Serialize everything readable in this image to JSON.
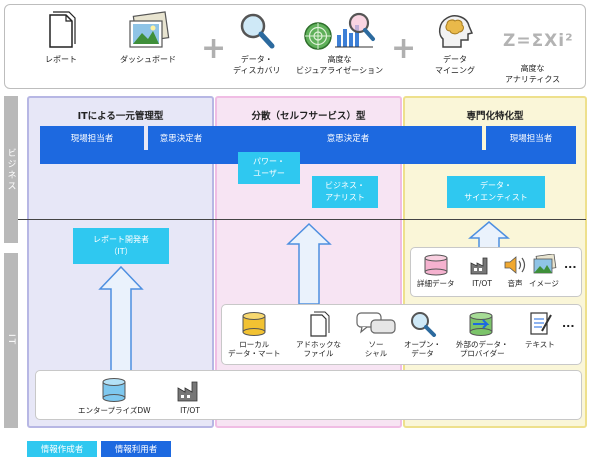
{
  "tools": {
    "report": "レポート",
    "dashboard": "ダッシュボード",
    "data_discovery": "データ・\nディスカバリ",
    "advanced_viz": "高度な\nビジュアライゼーション",
    "data_mining": "データ\nマイニング",
    "advanced_analytics": "高度な\nアナリティクス",
    "formula": "Z=ΣXi²"
  },
  "side_labels": {
    "business": "ビジネス",
    "it": "IT"
  },
  "columns": {
    "centralized": "ITによる一元管理型",
    "distributed": "分散（セルフサービス）型",
    "specialized": "専門化特化型"
  },
  "business_bar": {
    "left_staff": "現場担当者",
    "left_decision": "意思決定者",
    "middle_decision": "意思決定者",
    "right_staff": "現場担当者"
  },
  "roles": {
    "report_developer": "レポート開発者\n（IT）",
    "power_user": "パワー・\nユーザー",
    "business_analyst": "ビジネス・\nアナリスト",
    "data_scientist": "データ・\nサイエンティスト"
  },
  "sources_top": {
    "detail_data": "詳細データ",
    "it_ot": "IT/OT",
    "audio": "音声",
    "image": "イメージ",
    "more": "..."
  },
  "sources_mid": {
    "local_datamart": "ローカル\nデータ・マート",
    "adhoc_file": "アドホックな\nファイル",
    "social": "ソー\nシャル",
    "open_data": "オープン・\nデータ",
    "external_provider": "外部のデータ・\nプロバイダー",
    "text": "テキスト",
    "more": "..."
  },
  "sources_bottom": {
    "enterprise_dw": "エンタープライズDW",
    "it_ot": "IT/OT"
  },
  "legend": {
    "creator": "情報作成者",
    "user": "情報利用者",
    "creator_color": "#2fc8f0",
    "user_color": "#1d69e0"
  }
}
